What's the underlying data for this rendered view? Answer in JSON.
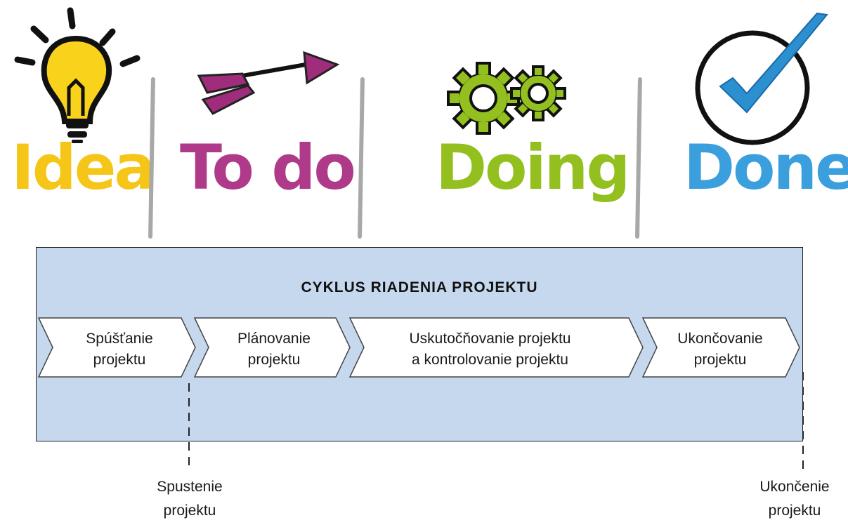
{
  "stages": [
    {
      "word": "Idea",
      "color": "#f5c518",
      "icon": "lightbulb-icon"
    },
    {
      "word": "To do",
      "color": "#b03a8a",
      "icon": "arrow-target-icon"
    },
    {
      "word": "Doing",
      "color": "#93c01f",
      "icon": "gears-icon"
    },
    {
      "word": "Done",
      "color": "#3a9fdc",
      "icon": "checkmark-circle-icon"
    }
  ],
  "cycle": {
    "title": "CYKLUS RIADENIA PROJEKTU",
    "panel_color": "#c6d8ee",
    "phases": [
      {
        "line1": "Spúšťanie",
        "line2": "projektu"
      },
      {
        "line1": "Plánovanie",
        "line2": "projektu"
      },
      {
        "line1": "Uskutočňovanie projektu",
        "line2": "a kontrolovanie projektu"
      },
      {
        "line1": "Ukončovanie",
        "line2": "projektu"
      }
    ]
  },
  "milestones": [
    {
      "line1": "Spustenie",
      "line2": "projektu"
    },
    {
      "line1": "Ukončenie",
      "line2": "projektu"
    }
  ]
}
